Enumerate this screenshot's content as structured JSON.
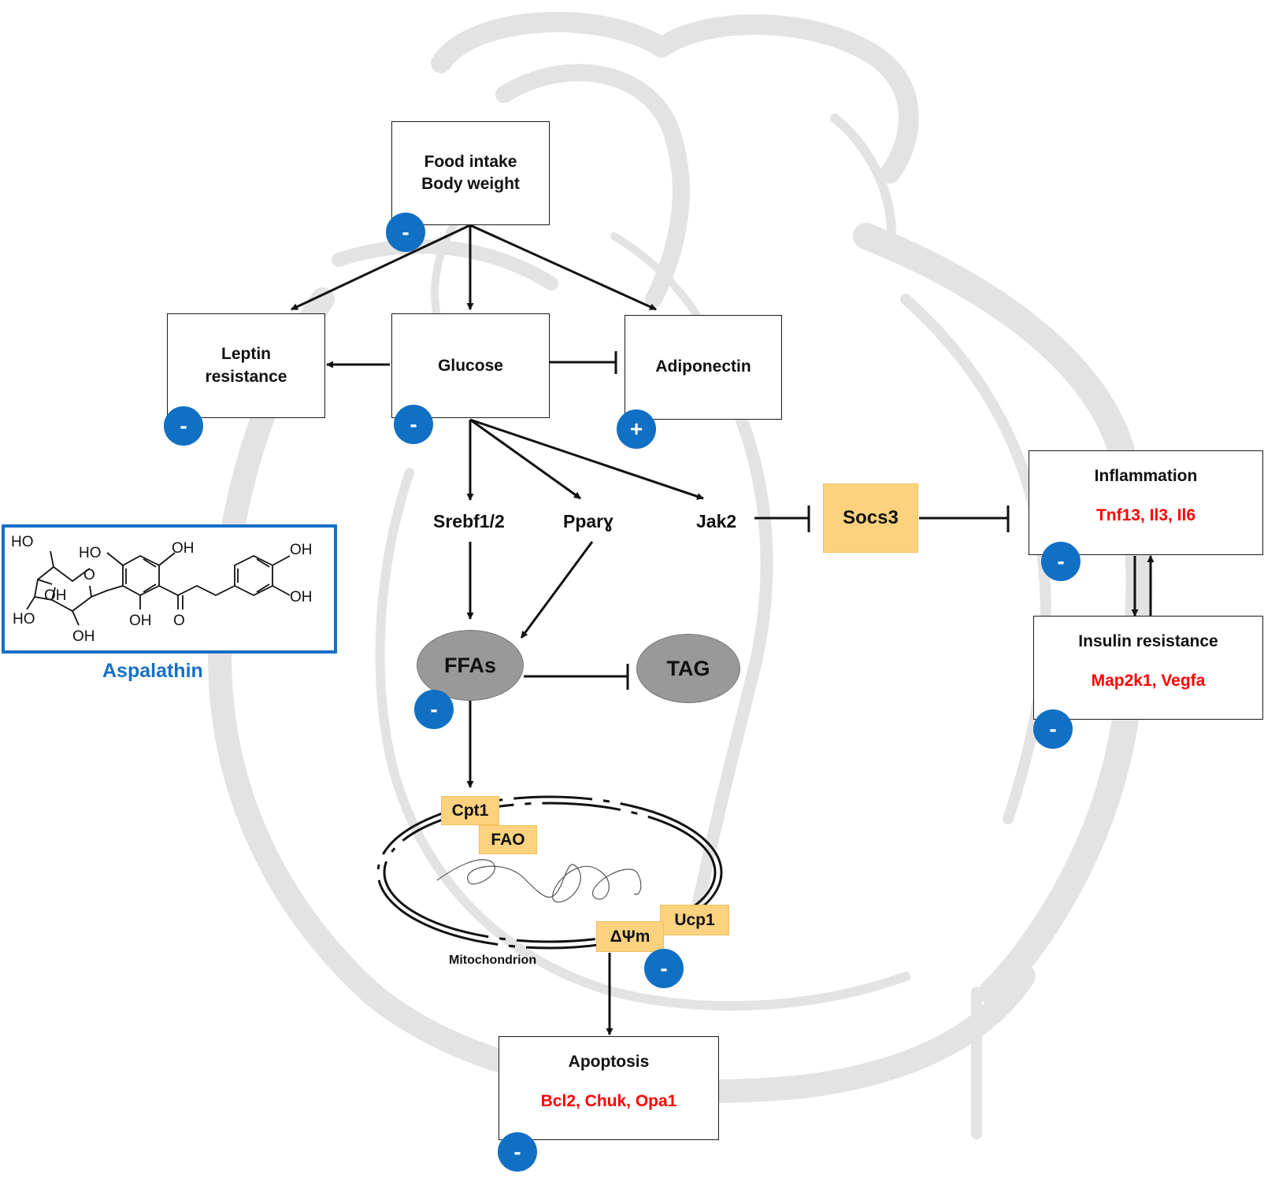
{
  "nodes": {
    "food": {
      "line1": "Food intake",
      "line2": "Body weight",
      "effect": "-"
    },
    "leptin": {
      "line1": "Leptin",
      "line2": "resistance",
      "effect": "-"
    },
    "glucose": {
      "label": "Glucose",
      "effect": "-"
    },
    "adiponectin": {
      "label": "Adiponectin",
      "effect": "+"
    },
    "srebf": {
      "label": "Srebf1/2"
    },
    "pparg": {
      "label": "Pparɣ"
    },
    "jak2": {
      "label": "Jak2"
    },
    "socs3": {
      "label": "Socs3"
    },
    "inflammation": {
      "label": "Inflammation",
      "genes": "Tnf13, Il3, Il6",
      "effect": "-"
    },
    "insulin": {
      "label": "Insulin resistance",
      "genes": "Map2k1, Vegfa",
      "effect": "-"
    },
    "ffas": {
      "label": "FFAs",
      "effect": "-"
    },
    "tag": {
      "label": "TAG"
    },
    "mito": {
      "label": "Mitochondrion",
      "cpt1": "Cpt1",
      "fao": "FAO",
      "ucp1": "Ucp1",
      "dpsi": "ΔΨm",
      "effect": "-"
    },
    "apoptosis": {
      "label": "Apoptosis",
      "genes": "Bcl2, Chuk, Opa1",
      "effect": "-"
    }
  },
  "compound": {
    "name": "Aspalathin",
    "atoms": {
      "ho_top": "HO",
      "ho_ring": "HO",
      "oh_ring_top": "OH",
      "oh_cat1": "OH",
      "oh_cat2": "OH",
      "oh_sugar1": "OH",
      "ho_sugar": "HO",
      "oh_sugar2": "OH",
      "oh_ring_bot": "OH",
      "o_ketone": "O",
      "o_ring": "O"
    }
  },
  "colors": {
    "badge": "#0f70c4",
    "genes": "#ff0000",
    "tag": "#fcd27f",
    "oval": "#999999",
    "compound": "#1570c6",
    "background_heart": "#e6e6e6"
  }
}
